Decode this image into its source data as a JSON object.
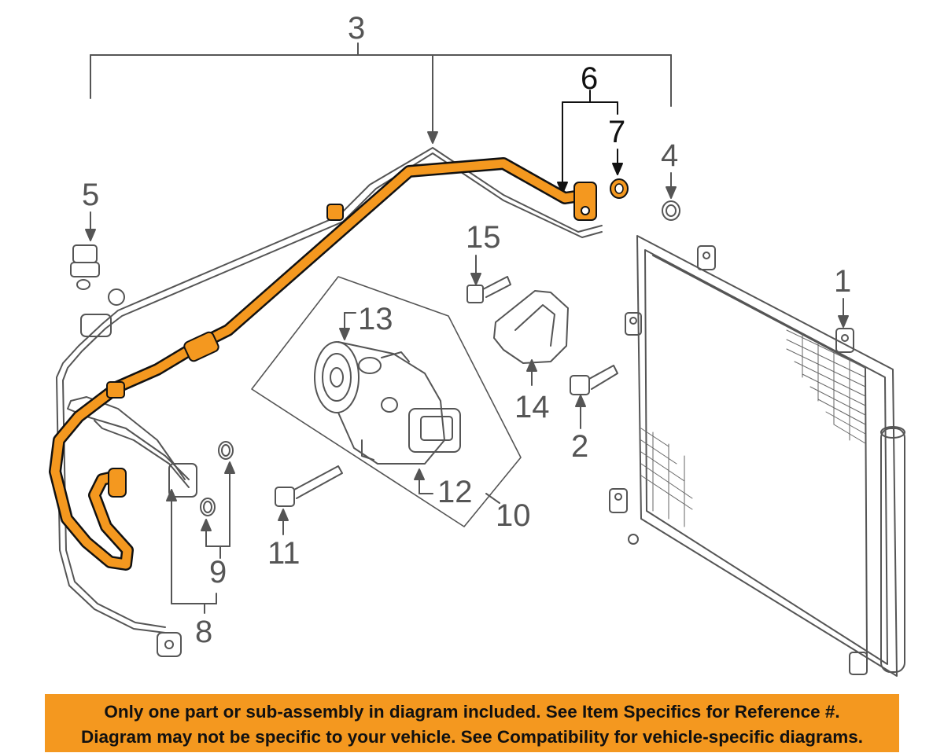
{
  "callouts": {
    "c1": "1",
    "c2": "2",
    "c3": "3",
    "c4": "4",
    "c5": "5",
    "c6": "6",
    "c7": "7",
    "c8": "8",
    "c9": "9",
    "c10": "10",
    "c11": "11",
    "c12": "12",
    "c13": "13",
    "c14": "14",
    "c15": "15"
  },
  "notice": {
    "line1": "Only one part or sub-assembly in diagram included. See Item Specifics for Reference #.",
    "line2": "Diagram may not be specific to your vehicle. See Compatibility for vehicle-specific diagrams."
  },
  "colors": {
    "highlight": "#f4981f",
    "line_art": "#555555",
    "notice_background": "#f4981f"
  }
}
